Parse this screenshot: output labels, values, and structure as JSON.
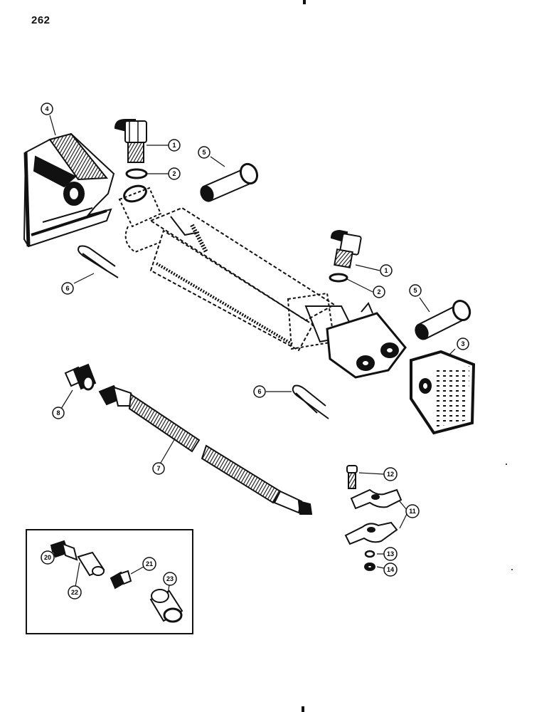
{
  "page": {
    "number": "262"
  },
  "colors": {
    "ink": "#111111",
    "paper": "#ffffff"
  },
  "callouts": [
    {
      "id": "c-1a",
      "label": "1"
    },
    {
      "id": "c-2a",
      "label": "2"
    },
    {
      "id": "c-1b",
      "label": "1"
    },
    {
      "id": "c-2b",
      "label": "2"
    },
    {
      "id": "c-3",
      "label": "3"
    },
    {
      "id": "c-4",
      "label": "4"
    },
    {
      "id": "c-5a",
      "label": "5"
    },
    {
      "id": "c-5b",
      "label": "5"
    },
    {
      "id": "c-6a",
      "label": "6"
    },
    {
      "id": "c-6b",
      "label": "6"
    },
    {
      "id": "c-7",
      "label": "7"
    },
    {
      "id": "c-8",
      "label": "8"
    },
    {
      "id": "c-11",
      "label": "11"
    },
    {
      "id": "c-12",
      "label": "12"
    },
    {
      "id": "c-13",
      "label": "13"
    },
    {
      "id": "c-14",
      "label": "14"
    },
    {
      "id": "c-20",
      "label": "20"
    },
    {
      "id": "c-21",
      "label": "21"
    },
    {
      "id": "c-22",
      "label": "22"
    },
    {
      "id": "c-23",
      "label": "23"
    }
  ]
}
